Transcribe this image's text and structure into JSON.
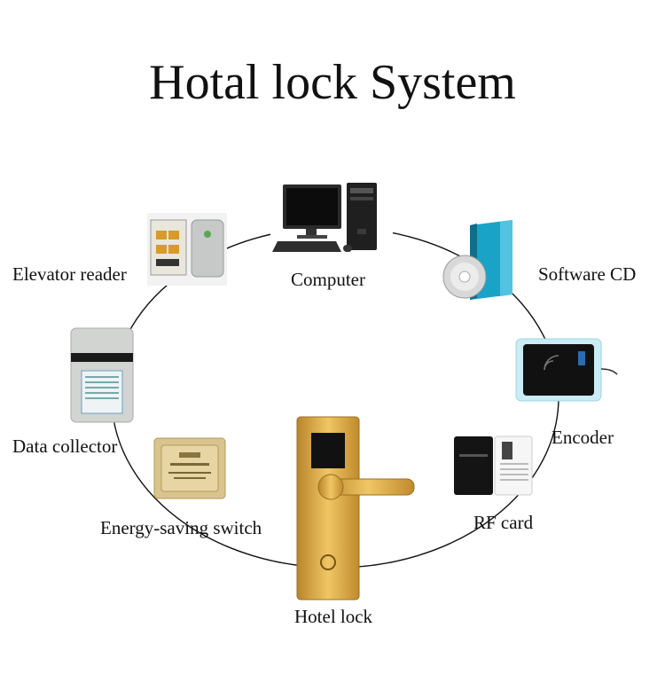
{
  "title": "Hotal lock System",
  "components": [
    {
      "id": "computer",
      "label": "Computer"
    },
    {
      "id": "software-cd",
      "label": "Software CD"
    },
    {
      "id": "encoder",
      "label": "Encoder"
    },
    {
      "id": "rf-card",
      "label": "RF card"
    },
    {
      "id": "hotel-lock",
      "label": "Hotel lock"
    },
    {
      "id": "energy-saving-switch",
      "label": "Energy-saving switch"
    },
    {
      "id": "data-collector",
      "label": "Data collector"
    },
    {
      "id": "elevator-reader",
      "label": "Elevator reader"
    }
  ],
  "colors": {
    "ring": "#111111",
    "lock_gold": "#d8a43a",
    "cd_blue": "#1aa6c8"
  }
}
